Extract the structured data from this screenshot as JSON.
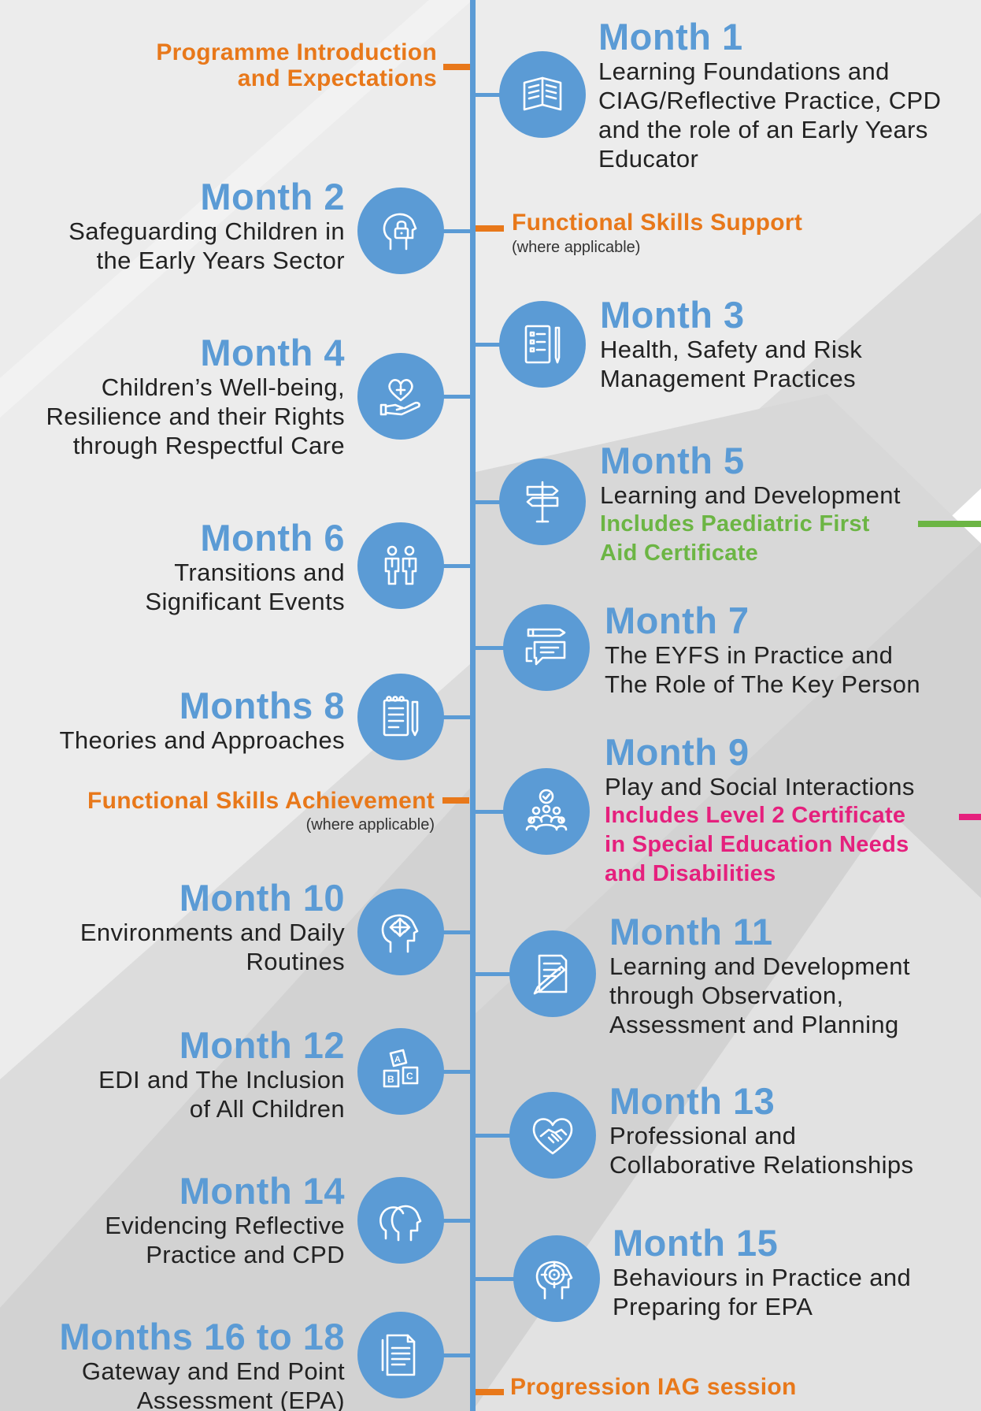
{
  "colors": {
    "blue": "#5b9bd5",
    "orange": "#e8781a",
    "green": "#6cb544",
    "pink": "#e5207d",
    "text": "#222222",
    "bg_light": "#ececec",
    "bg_mid": "#dcdcdc",
    "bg_dark": "#d2d2d2"
  },
  "milestones": [
    {
      "title": "Programme Introduction",
      "title2": "and Expectations"
    },
    {
      "title": "Functional Skills Support",
      "sub": "(where applicable)"
    },
    {
      "title": "Functional Skills Achievement",
      "sub": "(where applicable)"
    },
    {
      "title": "Progression IAG session"
    }
  ],
  "months": [
    {
      "title": "Month 1",
      "lines": [
        "Learning Foundations and",
        "CIAG/Reflective Practice, CPD",
        "and the role of an Early Years",
        "Educator"
      ],
      "icon": "open-book-icon"
    },
    {
      "title": "Month 2",
      "lines": [
        "Safeguarding Children in",
        "the Early Years Sector"
      ],
      "icon": "head-padlock-icon"
    },
    {
      "title": "Month 3",
      "lines": [
        "Health, Safety and Risk",
        "Management Practices"
      ],
      "icon": "checklist-pencil-icon"
    },
    {
      "title": "Month 4",
      "lines": [
        "Children’s Well-being,",
        "Resilience and their Rights",
        "through Respectful Care"
      ],
      "icon": "hand-heart-icon"
    },
    {
      "title": "Month 5",
      "lines": [
        "Learning and Development"
      ],
      "note": [
        "Includes Paediatric First",
        "Aid Certificate"
      ],
      "icon": "signpost-icon"
    },
    {
      "title": "Month 6",
      "lines": [
        "Transitions and",
        "Significant Events"
      ],
      "icon": "two-people-icon"
    },
    {
      "title": "Month 7",
      "lines": [
        "The EYFS in Practice and",
        "The Role of The Key Person"
      ],
      "icon": "pencil-chat-icon"
    },
    {
      "title": "Months 8",
      "lines": [
        "Theories and Approaches"
      ],
      "icon": "notepad-pencil-icon"
    },
    {
      "title": "Month 9",
      "lines": [
        "Play and Social Interactions"
      ],
      "note": [
        "Includes Level 2 Certificate",
        "in Special Education Needs",
        "and Disabilities"
      ],
      "icon": "group-check-icon"
    },
    {
      "title": "Month 10",
      "lines": [
        "Environments and Daily",
        "Routines"
      ],
      "icon": "head-arrows-icon"
    },
    {
      "title": "Month 11",
      "lines": [
        "Learning and Development",
        "through Observation,",
        "Assessment and Planning"
      ],
      "icon": "document-pen-icon"
    },
    {
      "title": "Month 12",
      "lines": [
        "EDI and The Inclusion",
        "of All Children"
      ],
      "icon": "abc-blocks-icon"
    },
    {
      "title": "Month 13",
      "lines": [
        "Professional and",
        "Collaborative Relationships"
      ],
      "icon": "heart-handshake-icon"
    },
    {
      "title": "Month 14",
      "lines": [
        "Evidencing Reflective",
        "Practice and CPD"
      ],
      "icon": "two-heads-icon"
    },
    {
      "title": "Month 15",
      "lines": [
        "Behaviours in Practice and",
        "Preparing for EPA"
      ],
      "icon": "head-target-icon"
    },
    {
      "title": "Months 16 to 18",
      "lines": [
        "Gateway and End Point",
        "Assessment (EPA)"
      ],
      "icon": "document-lines-icon"
    }
  ]
}
